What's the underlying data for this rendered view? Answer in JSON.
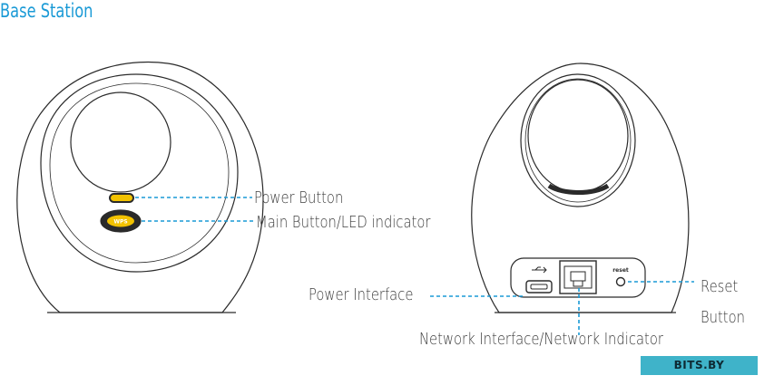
{
  "title": "Base Station",
  "labels": {
    "power_button": "Power Button",
    "main_button": "Main Button/LED indicator",
    "power_interface": "Power Interface",
    "network_interface": "Network Interface/Network Indicator",
    "reset_line1": "Reset",
    "reset_line2": "Button"
  },
  "device_text": {
    "button_mark": "WPS",
    "reset_mark": "reset"
  },
  "watermark": "BITS.BY",
  "colors": {
    "title": "#1a9ad6",
    "leader": "#1a9ad6",
    "outline": "#2a2a2a",
    "button_accent": "#f2c200",
    "watermark_bg": "#3fb3c9"
  }
}
